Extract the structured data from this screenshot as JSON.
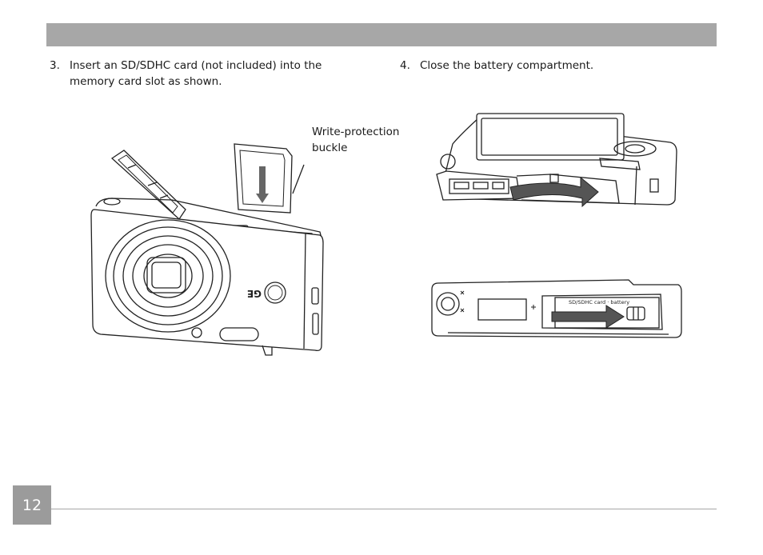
{
  "steps": [
    {
      "number": "3.",
      "text": "Insert an SD/SDHC card (not included) into the memory card slot as shown."
    },
    {
      "number": "4.",
      "text": "Close the battery compartment."
    }
  ],
  "callout_label": "Write-protection buckle",
  "brand_mark": "GE",
  "compartment_label": "SD/SDHC card · battery",
  "page_number": "12"
}
